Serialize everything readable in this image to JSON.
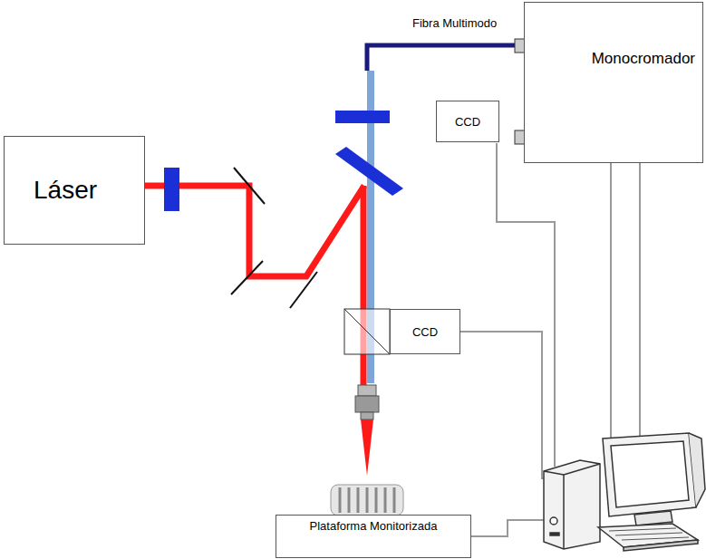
{
  "diagram": {
    "nodes": [
      {
        "text": [
          "Láser"
        ]
      },
      {
        "text": [
          "Monocromador"
        ]
      },
      {
        "text": [
          "CCD"
        ]
      },
      {
        "text": [
          "CCD"
        ]
      },
      {
        "text": [
          "Plataforma Monitorizada"
        ]
      }
    ],
    "labels": [
      "Fibra Multimodo"
    ]
  }
}
